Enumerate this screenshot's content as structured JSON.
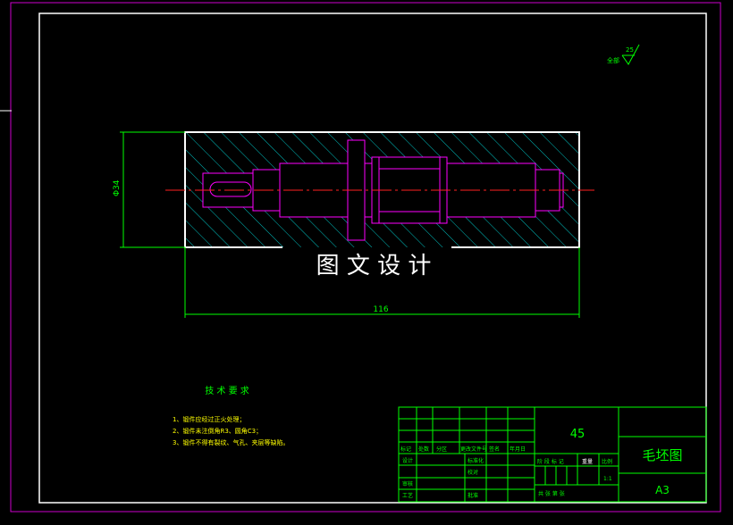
{
  "drawing": {
    "title_overlay": "图 文 设 计",
    "dimension_length": "116",
    "dimension_diameter": "Φ34",
    "roughness_prefix": "全部",
    "roughness_value": "25"
  },
  "tech_requirements": {
    "title": "技 术 要 求",
    "items": [
      "1、锻件应经过正火处理；",
      "2、锻件未注倒角R3、圆角C3；",
      "3、锻件不得有裂纹、气孔、夹层等缺陷。"
    ]
  },
  "title_block": {
    "material": "45",
    "part_name": "毛坯图",
    "sheet_size": "A3",
    "scale": "1:1",
    "labels": {
      "mark": "标记",
      "count": "处数",
      "zone": "分区",
      "change_doc": "更改文件号",
      "signature": "签名",
      "date": "年月日",
      "design": "设计",
      "standardize": "标准化",
      "proofread": "校对",
      "review": "审核",
      "craft": "工艺",
      "approve": "批准",
      "stage_mark": "阶 段 标 记",
      "weight": "重量",
      "scale_label": "比例",
      "sheets": "共  张  第  张"
    }
  },
  "colors": {
    "frame": "#ffffff",
    "outer_frame": "#cc00cc",
    "hatch": "#00c0c0",
    "part_outline": "#ff00ff",
    "centerline": "#ff2020",
    "dimension": "#00ff00",
    "table": "#00ff00",
    "text_white": "#ffffff",
    "tech_text": "#ffff00"
  }
}
